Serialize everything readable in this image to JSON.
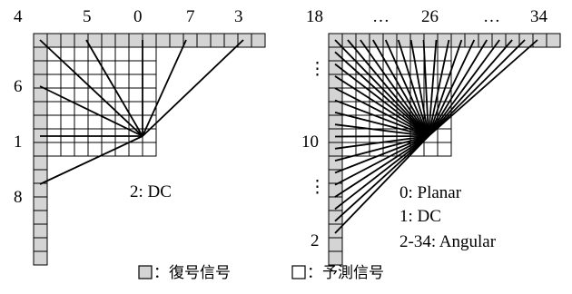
{
  "left_diagram": {
    "top_labels": [
      "4",
      "5",
      "0",
      "7",
      "3"
    ],
    "left_labels": [
      "6",
      "1",
      "8"
    ],
    "mode_text": "2: DC"
  },
  "right_diagram": {
    "top_labels": [
      "18",
      "…",
      "26",
      "…",
      "34"
    ],
    "left_labels": [
      "⋮",
      "10",
      "⋮",
      "2"
    ],
    "mode_lines": [
      "0: Planar",
      "1: DC",
      "2-34: Angular"
    ]
  },
  "legend": {
    "reconstructed_label": "：復号信号",
    "predicted_label": "：予測信号"
  },
  "colors": {
    "reconstructed_fill": "#d4d4d4",
    "predicted_fill": "#ffffff",
    "line": "#000000"
  }
}
